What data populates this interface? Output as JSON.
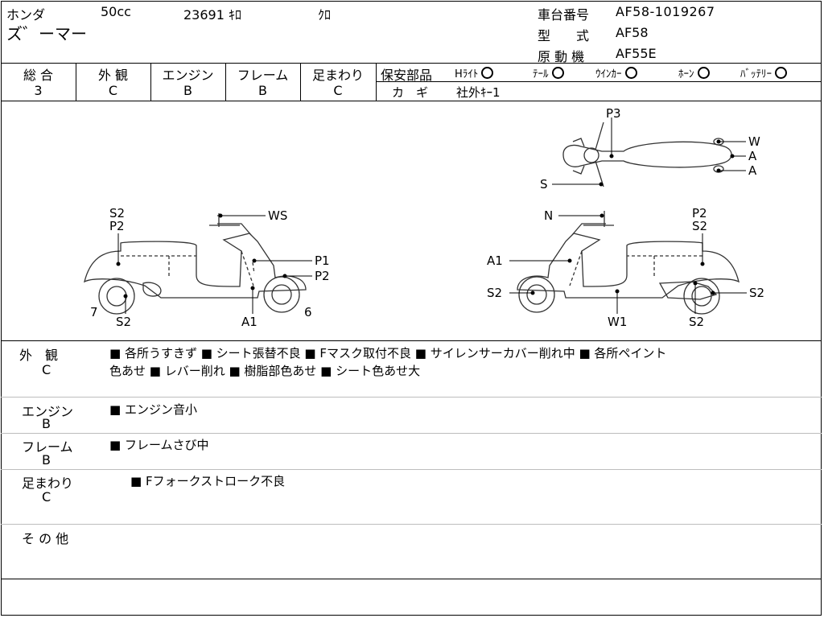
{
  "header": {
    "maker": "ホンダ",
    "displacement": "50cc",
    "mileage": "23691 ｷﾛ",
    "color": "ｸﾛ",
    "model_name": "ズ゛ーマー",
    "frame_number_label": "車台番号",
    "frame_number": "AF58-1019267",
    "type_label": "型　　式",
    "type_value": "AF58",
    "engine_label": "原 動 機",
    "engine_value": "AF55E"
  },
  "grades": {
    "overall_label": "総 合",
    "overall": "3",
    "exterior_label": "外 観",
    "exterior": "C",
    "engine_label": "エンジン",
    "engine": "B",
    "frame_label": "フレーム",
    "frame": "B",
    "suspension_label": "足まわり",
    "suspension": "C"
  },
  "safety": {
    "label": "保安部品",
    "items": [
      {
        "name": "Hﾗｲﾄ",
        "status": "circle"
      },
      {
        "name": "ﾃｰﾙ",
        "status": "circle"
      },
      {
        "name": "ｳｲﾝｶｰ",
        "status": "circle"
      },
      {
        "name": "ﾎｰﾝ",
        "status": "circle"
      },
      {
        "name": "ﾊﾞｯﾃﾘｰ",
        "status": "circle"
      }
    ],
    "key_label": "カ　ギ",
    "key_value": "社外ｷｰ1"
  },
  "diagram": {
    "left": {
      "s2_top": "S2",
      "p2_top": "P2",
      "ws": "WS",
      "p1": "P1",
      "p2_right": "P2",
      "num7": "7",
      "s2_bottom": "S2",
      "a1": "A1",
      "num6": "6"
    },
    "right": {
      "n": "N",
      "p2_top": "P2",
      "s2_top": "S2",
      "a1": "A1",
      "s2_left": "S2",
      "w1": "W1",
      "s2_bottom": "S2",
      "s2_right": "S2"
    },
    "top_view": {
      "p3": "P3",
      "w": "W",
      "a1": "A",
      "a2": "A",
      "s": "S"
    }
  },
  "remarks": [
    {
      "label": "外　観",
      "grade": "C",
      "text_line1": "■ 各所うすきず ■ シート張替不良 ■ Fマスク取付不良 ■ サイレンサーカバー削れ中 ■ 各所ペイント",
      "text_line2": "色あせ ■ レバー削れ ■ 樹脂部色あせ ■ シート色あせ大"
    },
    {
      "label": "エンジン",
      "grade": "B",
      "text_line1": "■ エンジン音小",
      "text_line2": ""
    },
    {
      "label": "フレーム",
      "grade": "B",
      "text_line1": "■ フレームさび中",
      "text_line2": ""
    },
    {
      "label": "足まわり",
      "grade": "C",
      "text_line1": "■ Fフォークストローク不良",
      "text_line2": ""
    },
    {
      "label": "そ の 他",
      "grade": "",
      "text_line1": "",
      "text_line2": ""
    }
  ]
}
